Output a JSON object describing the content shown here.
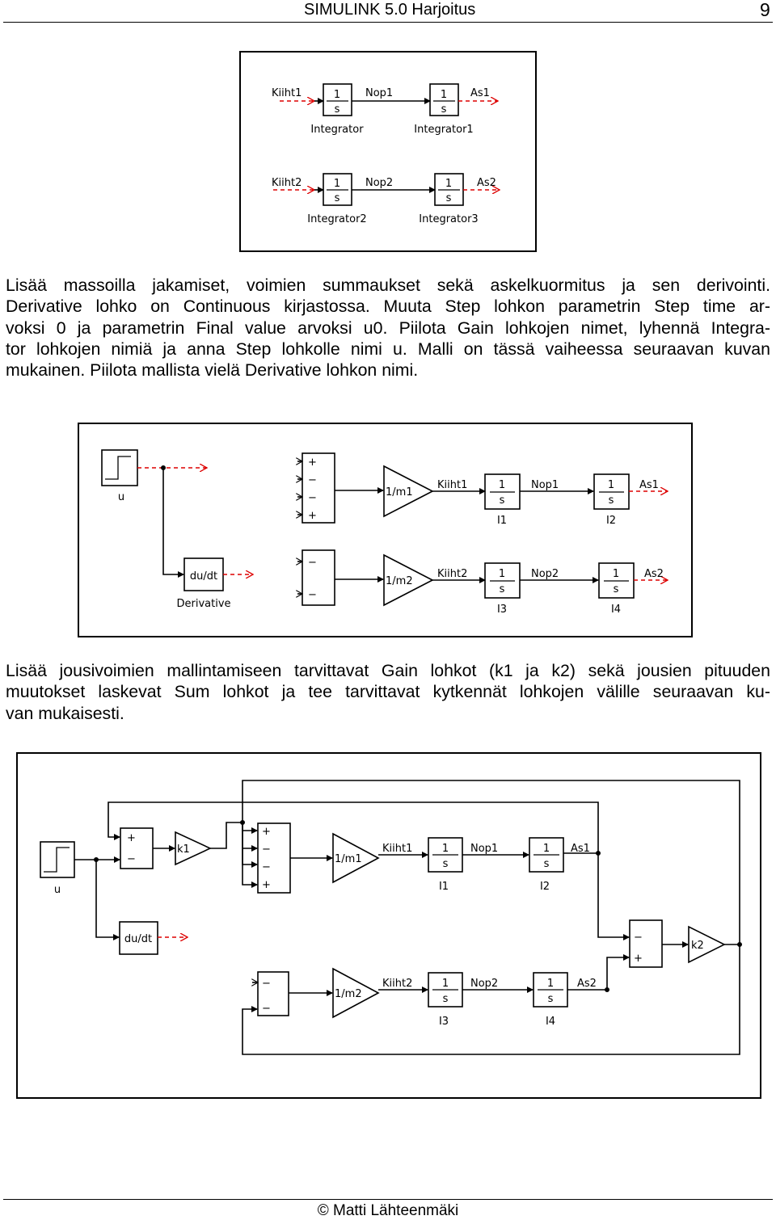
{
  "header": {
    "title": "SIMULINK 5.0 Harjoitus",
    "page_number": "9"
  },
  "paragraph1": {
    "lines": [
      "Lisää massoilla jakamiset, voimien summaukset sekä askelkuormitus ja sen derivointi.",
      "Derivative lohko on Continuous kirjastossa. Muuta Step lohkon parametrin Step time ar-",
      "voksi 0 ja parametrin Final value arvoksi u0. Piilota Gain lohkojen nimet, lyhennä Integra-",
      "tor lohkojen nimiä ja anna Step lohkolle nimi u. Malli on tässä vaiheessa seuraavan kuvan",
      "mukainen. Piilota mallista vielä Derivative lohkon nimi."
    ]
  },
  "paragraph2": {
    "lines": [
      "Lisää jousivoimien mallintamiseen tarvittavat Gain lohkot (k1 ja k2) sekä jousien pituuden",
      "muutokset laskevat Sum lohkot ja tee tarvittavat kytkennät lohkojen välille seuraavan ku-",
      "van mukaisesti."
    ]
  },
  "figure1": {
    "integrator_top": "1",
    "integrator_bottom": "s",
    "signals": {
      "kiiht1": "Kiiht1",
      "nop1": "Nop1",
      "as1": "As1",
      "kiiht2": "Kiiht2",
      "nop2": "Nop2",
      "as2": "As2"
    },
    "block_names": {
      "integrator": "Integrator",
      "integrator1": "Integrator1",
      "integrator2": "Integrator2",
      "integrator3": "Integrator3"
    }
  },
  "figure2": {
    "step_name": "u",
    "derivative_label": "du/dt",
    "derivative_name": "Derivative",
    "sum1_signs": [
      "+",
      "−",
      "−",
      "+"
    ],
    "sum2_signs": [
      "−",
      "−"
    ],
    "gain1": "1/m1",
    "gain2": "1/m2",
    "integrator_top": "1",
    "integrator_bottom": "s",
    "signals": {
      "kiiht1": "Kiiht1",
      "nop1": "Nop1",
      "as1": "As1",
      "kiiht2": "Kiiht2",
      "nop2": "Nop2",
      "as2": "As2"
    },
    "integrator_names": [
      "I1",
      "I2",
      "I3",
      "I4"
    ]
  },
  "figure3": {
    "step_name": "u",
    "derivative_label": "du/dt",
    "sum_k1_signs": [
      "+",
      "−"
    ],
    "gain_k1": "k1",
    "sum1_signs": [
      "+",
      "−",
      "−",
      "+"
    ],
    "sum2_signs": [
      "−",
      "−"
    ],
    "sum_k2_signs": [
      "−",
      "+"
    ],
    "gain_k2": "k2",
    "gain1": "1/m1",
    "gain2": "1/m2",
    "integrator_top": "1",
    "integrator_bottom": "s",
    "signals": {
      "kiiht1": "Kiiht1",
      "nop1": "Nop1",
      "as1": "As1",
      "kiiht2": "Kiiht2",
      "nop2": "Nop2",
      "as2": "As2"
    },
    "integrator_names": [
      "I1",
      "I2",
      "I3",
      "I4"
    ]
  },
  "footer": {
    "text": "© Matti Lähteenmäki"
  }
}
